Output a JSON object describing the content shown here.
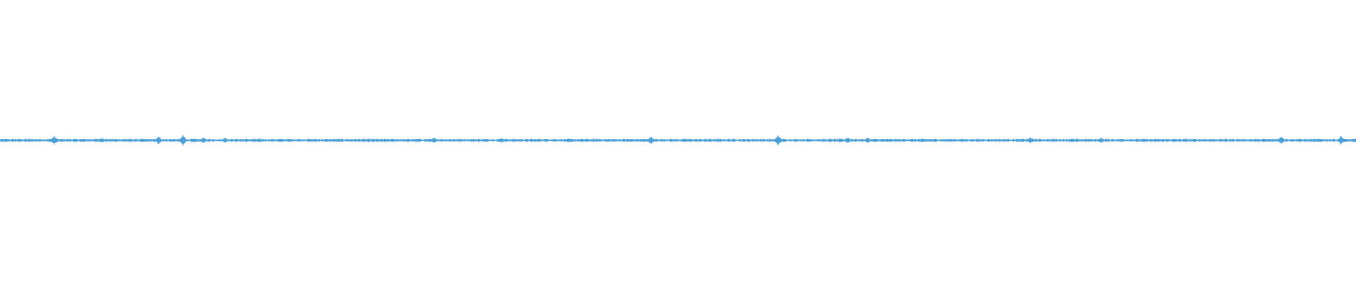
{
  "waveform": {
    "type": "audio-waveform",
    "color": "#4a9fd6",
    "background": "#ffffff",
    "baseline_amplitude": 0.01,
    "amplitude_range": [
      -1,
      1
    ],
    "peaks": [
      {
        "t": 0.04,
        "a": 0.035
      },
      {
        "t": 0.075,
        "a": 0.02
      },
      {
        "t": 0.117,
        "a": 0.03
      },
      {
        "t": 0.135,
        "a": 0.04
      },
      {
        "t": 0.15,
        "a": 0.02
      },
      {
        "t": 0.166,
        "a": 0.02
      },
      {
        "t": 0.32,
        "a": 0.02
      },
      {
        "t": 0.37,
        "a": 0.02
      },
      {
        "t": 0.48,
        "a": 0.03
      },
      {
        "t": 0.574,
        "a": 0.04
      },
      {
        "t": 0.625,
        "a": 0.025
      },
      {
        "t": 0.64,
        "a": 0.02
      },
      {
        "t": 0.76,
        "a": 0.025
      },
      {
        "t": 0.79,
        "a": 0.015
      },
      {
        "t": 0.812,
        "a": 0.02
      },
      {
        "t": 0.945,
        "a": 0.03
      },
      {
        "t": 0.989,
        "a": 0.035
      }
    ]
  }
}
